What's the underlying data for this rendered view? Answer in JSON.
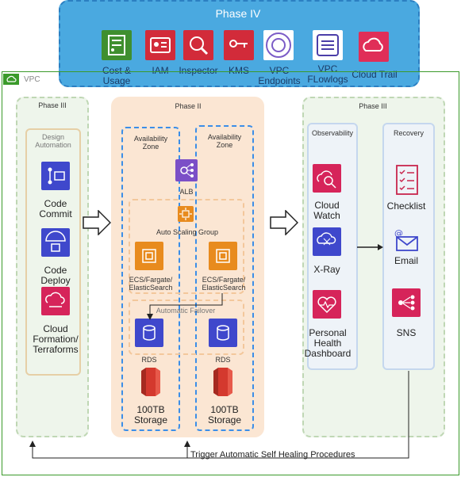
{
  "phase4": {
    "title": "Phase IV",
    "items": [
      {
        "label": "Cost &\nUsage",
        "icon": "cost-usage-icon",
        "color": "#3f8f2f"
      },
      {
        "label": "IAM",
        "icon": "iam-icon",
        "color": "#d22b3a"
      },
      {
        "label": "Inspector",
        "icon": "inspector-icon",
        "color": "#d22b3a"
      },
      {
        "label": "KMS",
        "icon": "kms-icon",
        "color": "#d22b3a"
      },
      {
        "label": "VPC\nEndpoints",
        "icon": "vpc-endpoints-icon",
        "color": "#7b5cc7"
      },
      {
        "label": "VPC\nFLowlogs",
        "icon": "vpc-flowlogs-icon",
        "color": "#4b3ea8"
      },
      {
        "label": "Cloud Trail",
        "icon": "cloudtrail-icon",
        "color": "#e02e58"
      }
    ]
  },
  "vpc": {
    "label": "VPC"
  },
  "phase3_left": {
    "title": "Phase III",
    "group": "Design\nAutomation",
    "items": [
      {
        "label": "Code\nCommit",
        "icon": "codecommit-icon"
      },
      {
        "label": "Code\nDeploy",
        "icon": "codedeploy-icon"
      },
      {
        "label": "Cloud\nFormation/\nTerraforms",
        "icon": "cloudformation-icon"
      }
    ]
  },
  "phase2": {
    "title": "Phase II",
    "az_left": "Availability\nZone",
    "az_right": "Availability\nZone",
    "alb": "ALB",
    "asg": "Auto Scaling Group",
    "ecs_left": "ECS/Fargate/\nElasticSearch",
    "ecs_right": "ECS/Fargate/\nElasticSearch",
    "failover": "Automatic Failover",
    "rds_left": "RDS",
    "rds_right": "RDS",
    "storage_left": "100TB\nStorage",
    "storage_right": "100TB\nStorage"
  },
  "phase3_right": {
    "title": "Phase III",
    "observability": "Observability",
    "recovery": "Recovery",
    "obs_items": [
      {
        "label": "Cloud\nWatch",
        "icon": "cloudwatch-icon"
      },
      {
        "label": "X-Ray",
        "icon": "xray-icon"
      },
      {
        "label": "Personal\nHealth\nDashboard",
        "icon": "health-dashboard-icon"
      }
    ],
    "rec_items": [
      {
        "label": "Checklist",
        "icon": "checklist-icon"
      },
      {
        "label": "Email",
        "icon": "email-icon"
      },
      {
        "label": "SNS",
        "icon": "sns-icon"
      }
    ]
  },
  "footer": {
    "trigger": "Trigger Automatic Self Healing Procedures"
  },
  "colors": {
    "phase4_bg": "#4aa9e0",
    "vpc_border": "#3a9a2a",
    "phase2_bg": "#fbe6d3",
    "green_box": "#eef5eb",
    "pink": "#d6245a",
    "blue_icon": "#3f48cc",
    "storage_red": "#d4392e"
  }
}
